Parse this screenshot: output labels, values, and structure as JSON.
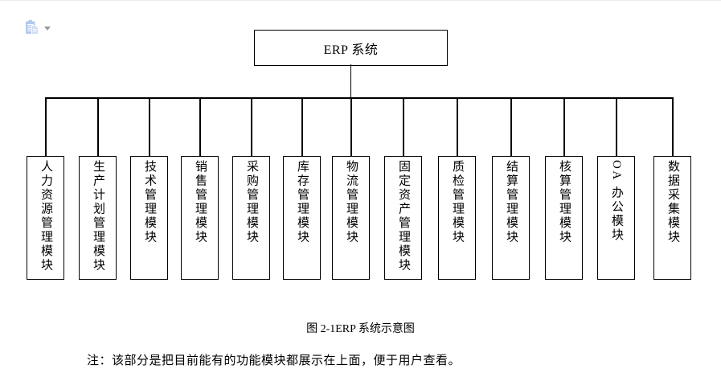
{
  "widget": {
    "paste_icon": "paste-options-icon",
    "dropdown_icon": "dropdown-arrow-icon"
  },
  "diagram": {
    "root": "ERP 系统",
    "modules": [
      "人力资源管理模块",
      "生产计划管理模块",
      "技术管理模块",
      "销售管理模块",
      "采购管理模块",
      "库存管理模块",
      "物流管理模块",
      "固定资产管理模块",
      "质检管理模块",
      "结算管理模块",
      "核算管理模块",
      "OA 办公模块",
      "数据采集模块"
    ],
    "caption": "图 2-1ERP 系统示意图",
    "note": "注：该部分是把目前能有的功能模块都展示在上面，便于用户查看。"
  },
  "colors": {
    "line": "#000000",
    "background": "#ffffff",
    "paste_icon_blue": "#b3c8ea",
    "paste_icon_light_blue": "#cfdef4",
    "caret_gray": "#9a9a9a"
  }
}
